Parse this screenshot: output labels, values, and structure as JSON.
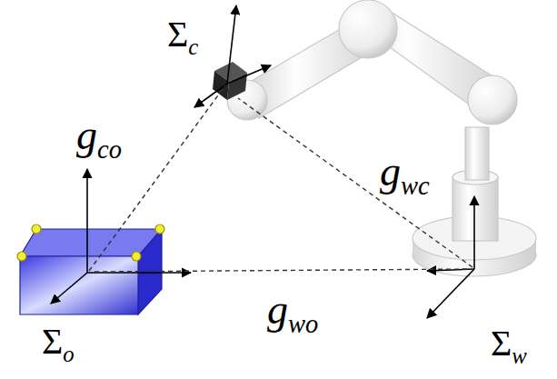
{
  "diagram": {
    "labels": [
      "Σc",
      "gco",
      "gwc",
      "gwo",
      "Σo",
      "Σw"
    ]
  }
}
